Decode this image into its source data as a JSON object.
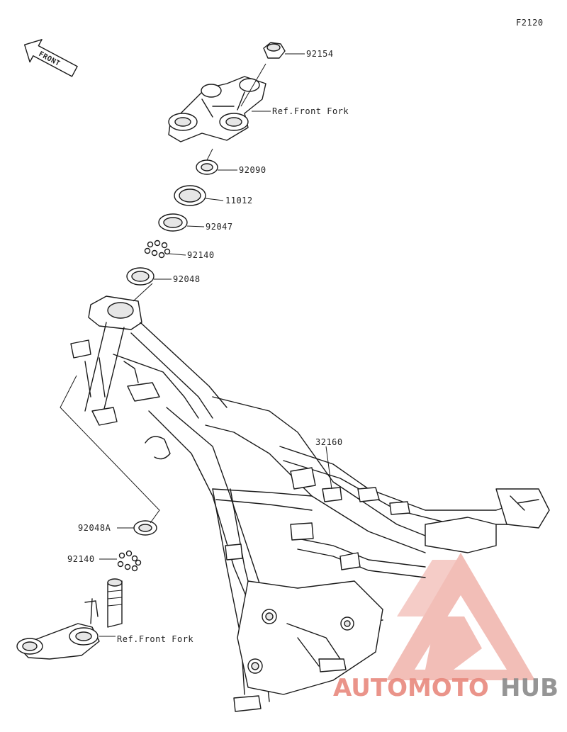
{
  "diagram": {
    "figure_code": "F2120",
    "front_indicator": "FRONT",
    "callouts": [
      {
        "id": "92154",
        "text": "92154"
      },
      {
        "id": "ref-front-fork-top",
        "text": "Ref.Front Fork"
      },
      {
        "id": "92090",
        "text": "92090"
      },
      {
        "id": "11012",
        "text": "11012"
      },
      {
        "id": "92047",
        "text": "92047"
      },
      {
        "id": "92140-top",
        "text": "92140"
      },
      {
        "id": "92048",
        "text": "92048"
      },
      {
        "id": "32160",
        "text": "32160"
      },
      {
        "id": "92048A",
        "text": "92048A"
      },
      {
        "id": "92140-bottom",
        "text": "92140"
      },
      {
        "id": "ref-front-fork-bottom",
        "text": "Ref.Front Fork"
      }
    ]
  },
  "watermark": {
    "part1": "AUTOMOTO",
    "part2": "HUB",
    "color_primary": "#e8897e",
    "color_secondary": "#8a8a8a"
  }
}
